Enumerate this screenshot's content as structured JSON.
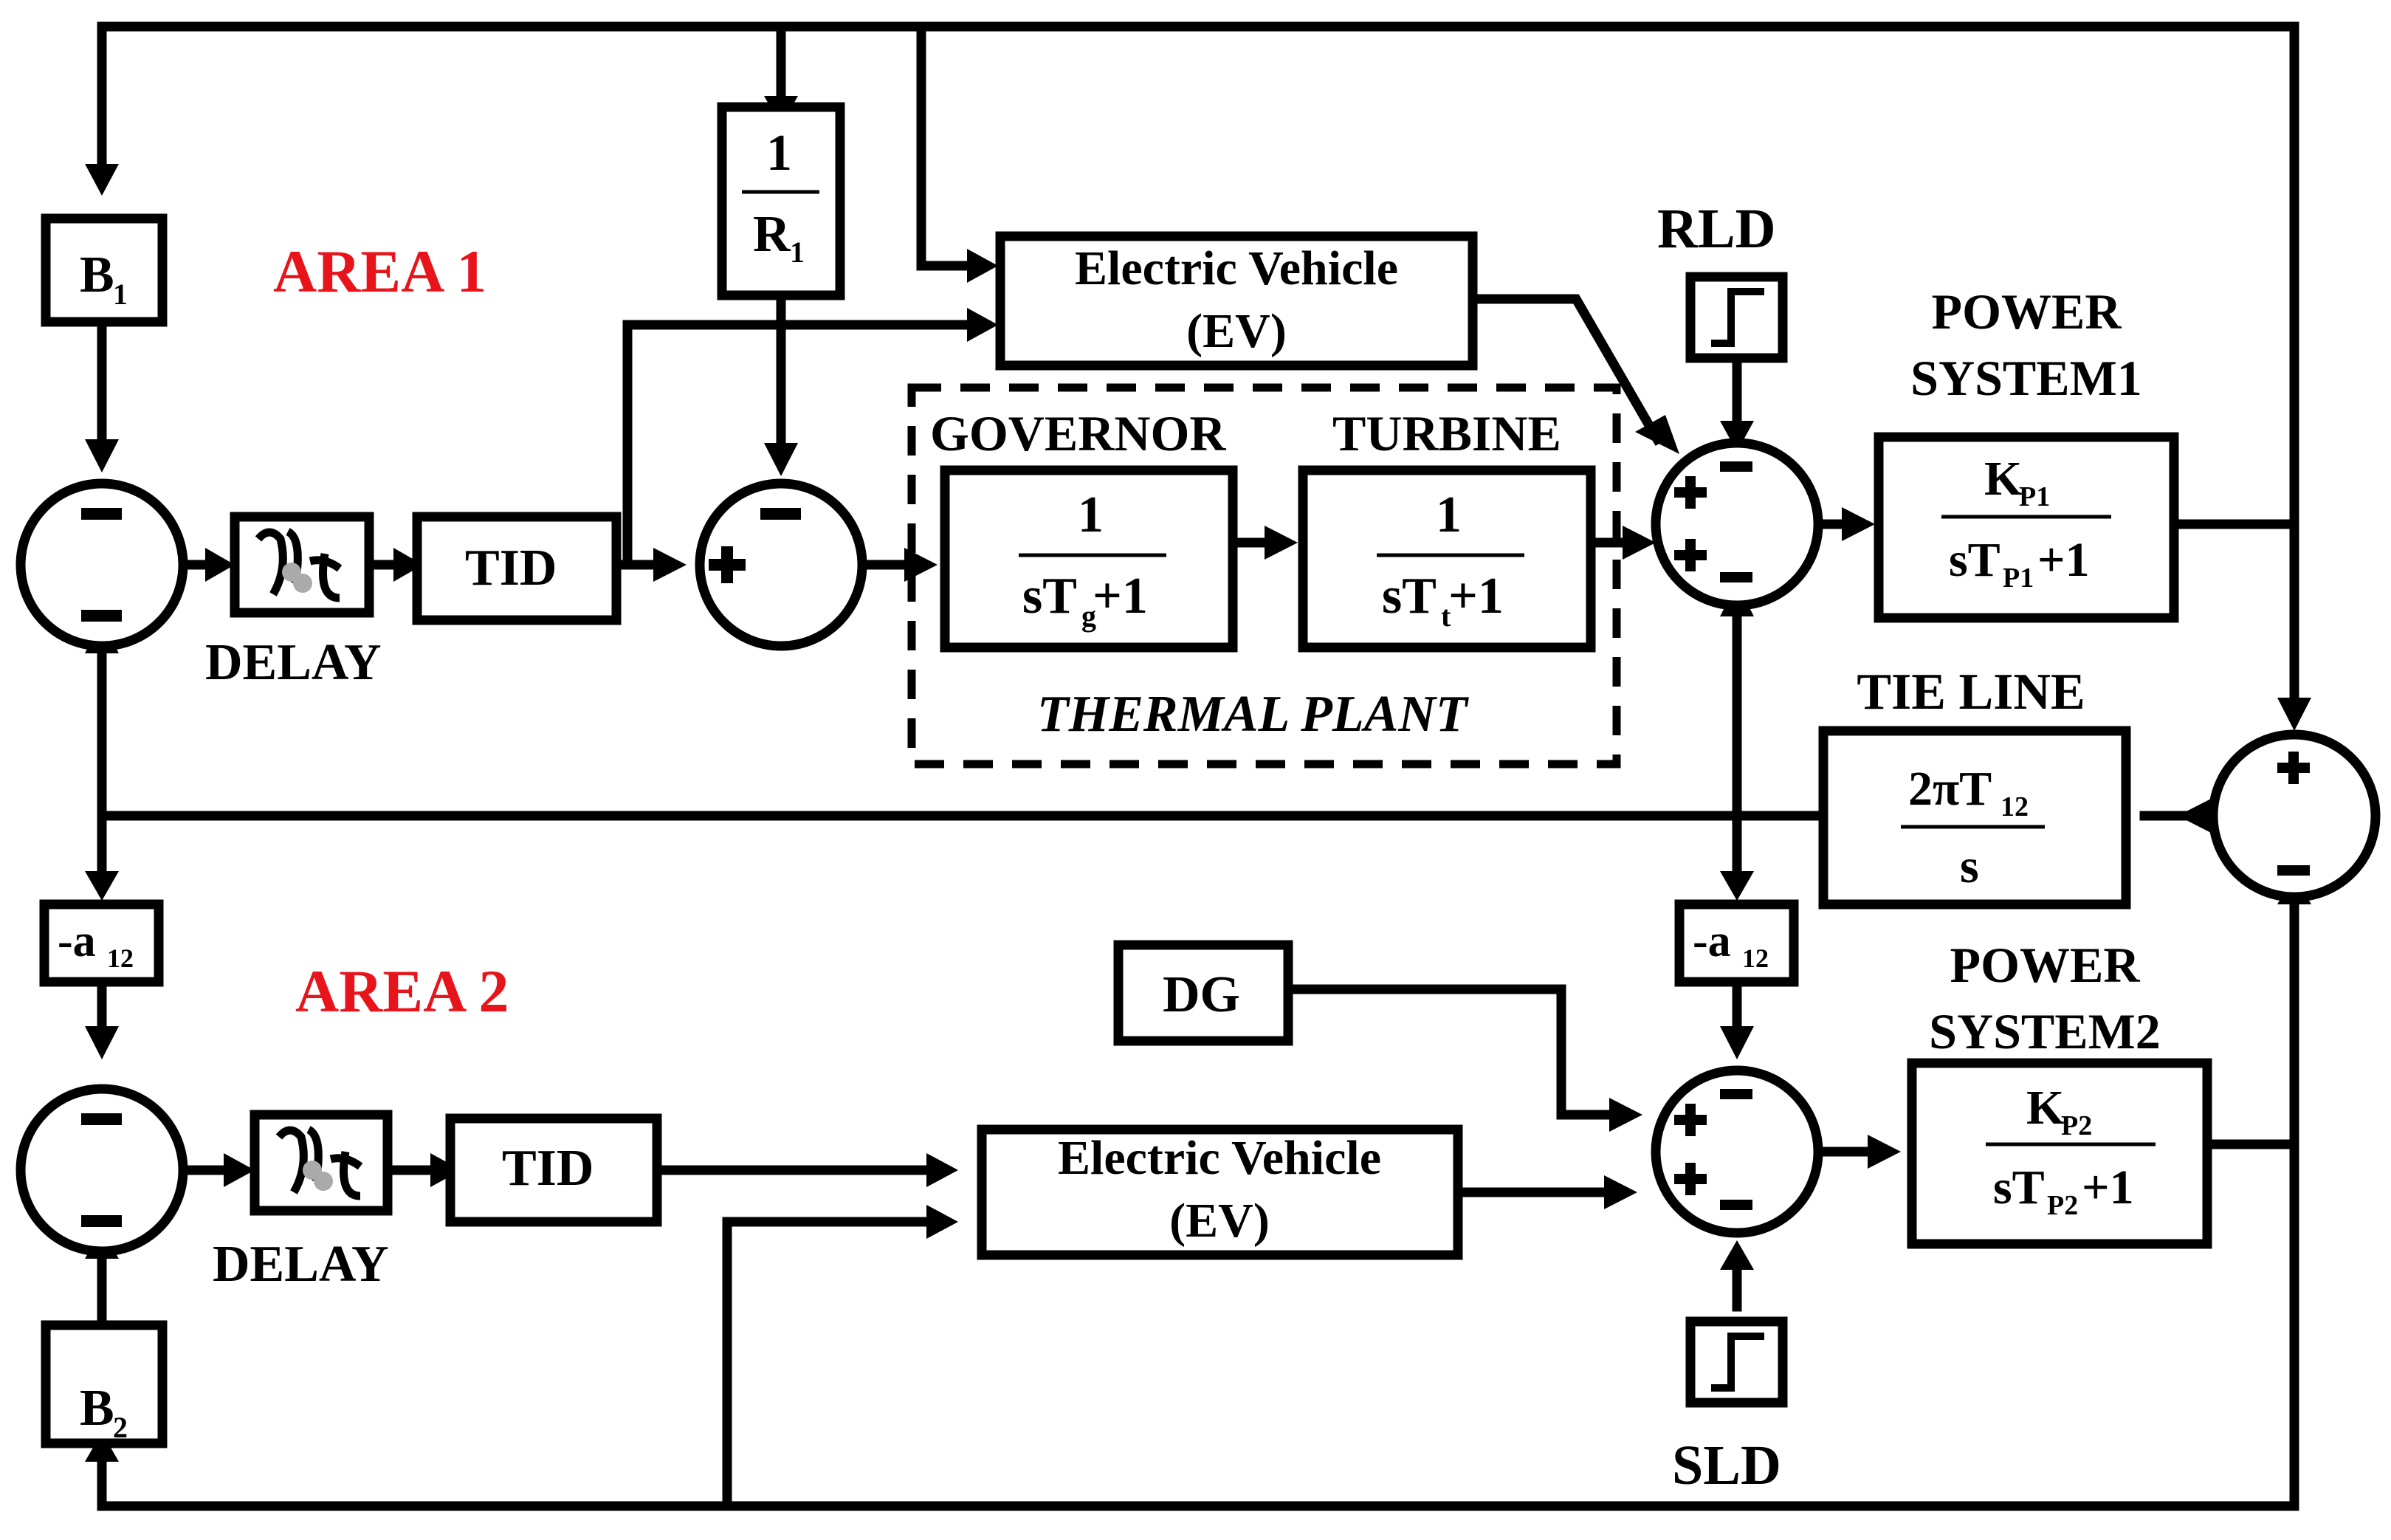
{
  "area1": {
    "title": "AREA 1",
    "b": "B",
    "b_sub": "1",
    "r_num": "1",
    "r_den": "R",
    "r_sub": "1",
    "delay": "DELAY",
    "tid": "TID",
    "ev_line1": "Electric Vehicle",
    "ev_line2": "(EV)",
    "governor": "GOVERNOR",
    "turbine": "TURBINE",
    "gov_num": "1",
    "gov_den": "sT",
    "gov_sub": "g",
    "gov_tail": " +1",
    "tur_num": "1",
    "tur_den": "sT",
    "tur_sub": "t",
    "tur_tail": " +1",
    "thermal_plant": "THERMAL PLANT",
    "rld": "RLD",
    "ps_line1": "POWER",
    "ps_line2": "SYSTEM1",
    "ps_num": "K",
    "ps_num_sub": "P1",
    "ps_den": "sT",
    "ps_den_sub": "P1",
    "ps_tail": " +1",
    "a12": "-a",
    "a12_sub": "12"
  },
  "area2": {
    "title": "AREA 2",
    "b": "B",
    "b_sub": "2",
    "delay": "DELAY",
    "tid": "TID",
    "ev_line1": "Electric Vehicle",
    "ev_line2": "(EV)",
    "dg": "DG",
    "sld": "SLD",
    "ps_line1": "POWER",
    "ps_line2": "SYSTEM2",
    "ps_num": "K",
    "ps_num_sub": "P2",
    "ps_den": "sT",
    "ps_den_sub": "P2",
    "ps_tail": " +1",
    "a12": "-a",
    "a12_sub": "12"
  },
  "tie_line": {
    "label": "TIE LINE",
    "num": "2πT",
    "num_sub": "12",
    "den": "s"
  },
  "signs": {
    "plus": "+",
    "minus": "–"
  }
}
